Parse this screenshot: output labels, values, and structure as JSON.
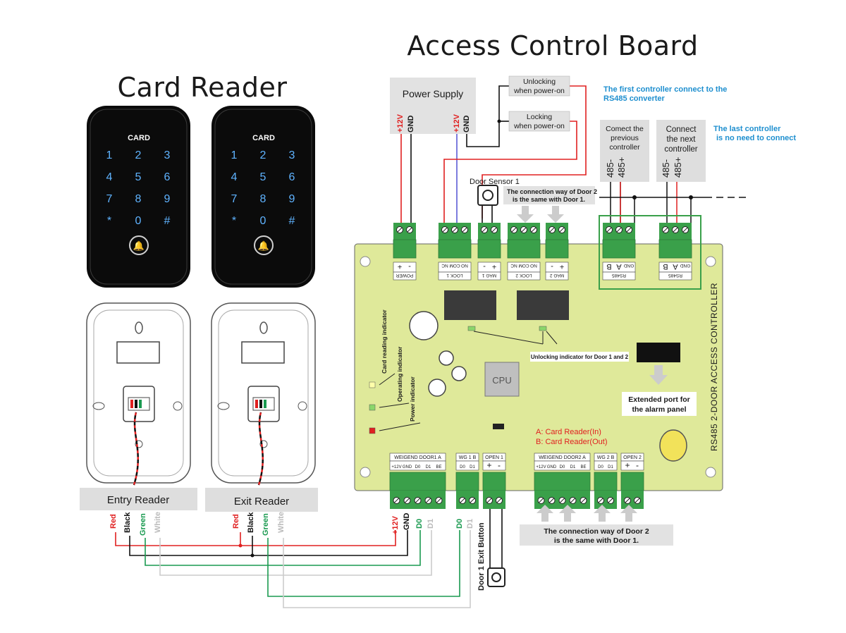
{
  "titles": {
    "main": "Access Control Board",
    "card_reader": "Card Reader"
  },
  "readers": {
    "brand": "CARD",
    "keys": [
      "1",
      "2",
      "3",
      "4",
      "5",
      "6",
      "7",
      "8",
      "9",
      "*",
      "0",
      "#"
    ],
    "entry_label": "Entry Reader",
    "exit_label": "Exit Reader",
    "wire_labels": [
      "Red",
      "Black",
      "Green",
      "White"
    ]
  },
  "power_supply": {
    "title": "Power Supply",
    "pins": [
      "+12V",
      "GND",
      "+12V",
      "GND"
    ]
  },
  "lock_notes": {
    "unlocking": [
      "Unlocking",
      "when power-on"
    ],
    "locking": [
      "Locking",
      "when power-on"
    ]
  },
  "rs485": {
    "first_note": [
      "The first controller connect to the",
      "RS485 converter"
    ],
    "last_note": [
      "The last controller",
      "is no need to connect"
    ],
    "previous_box": [
      "Comect the",
      "previous",
      "controller"
    ],
    "next_box": [
      "Connect",
      "the next",
      "controller"
    ],
    "pins": [
      "485-",
      "485+"
    ]
  },
  "door_sensor": "Door Sensor 1",
  "door2_note_top": [
    "The connection way of Door 2",
    "is the same with Door 1."
  ],
  "door2_note_bottom": [
    "The connection way of Door 2",
    "is the same with Door 1."
  ],
  "terminals_top": [
    {
      "name": "POWER",
      "pins": [
        "+",
        "-"
      ]
    },
    {
      "name": "LOCK 1",
      "pins": [
        "NC",
        "COM",
        "NO"
      ]
    },
    {
      "name": "MAG 1",
      "pins": [
        "-",
        "+"
      ]
    },
    {
      "name": "LOCK 2",
      "pins": [
        "NC",
        "COM",
        "NO"
      ]
    },
    {
      "name": "MAG 2",
      "pins": [
        "-",
        "+"
      ]
    },
    {
      "name": "RS485",
      "pins": [
        "B",
        "A",
        "GND"
      ]
    },
    {
      "name": "RS485",
      "pins": [
        "B",
        "A",
        "GND"
      ]
    }
  ],
  "terminals_bottom": [
    {
      "name": "WEIGEND DOOR1  A",
      "pins": [
        "+12V",
        "GND",
        "D0",
        "D1",
        "BE"
      ]
    },
    {
      "name": "WG 1 B",
      "pins": [
        "D0",
        "D1"
      ]
    },
    {
      "name": "OPEN 1",
      "pins": [
        "+",
        "-"
      ]
    },
    {
      "name": "WEIGEND DOOR2  A",
      "pins": [
        "+12V",
        "GND",
        "D0",
        "D1",
        "BE"
      ]
    },
    {
      "name": "WG 2 B",
      "pins": [
        "D0",
        "D1"
      ]
    },
    {
      "name": "OPEN 2",
      "pins": [
        "+",
        "-"
      ]
    }
  ],
  "indicators": [
    "Card reading indicator",
    "Operating indicator",
    "Power indicator"
  ],
  "cpu_label": "CPU",
  "unlock_indicator": "Unlocking indicator for Door 1 and 2",
  "extended_port": [
    "Extended port for",
    "the alarm panel"
  ],
  "reader_legend": [
    "A:  Card Reader(In)",
    "B:  Card Reader(Out)"
  ],
  "board_name": "RS485 2-DOOR ACCESS CONTROLLER",
  "bottom_wire_labels": [
    "+12V",
    "GND",
    "D0",
    "D1",
    "D0",
    "D1"
  ],
  "exit_button": "Door 1 Exit Button",
  "colors": {
    "board": "#dfe99a",
    "terminal": "#3aa04a",
    "red_wire": "#e02020",
    "green_wire": "#1a9a50",
    "blue_note": "#1e8fcf",
    "reader_body": "#0b0b0b"
  }
}
